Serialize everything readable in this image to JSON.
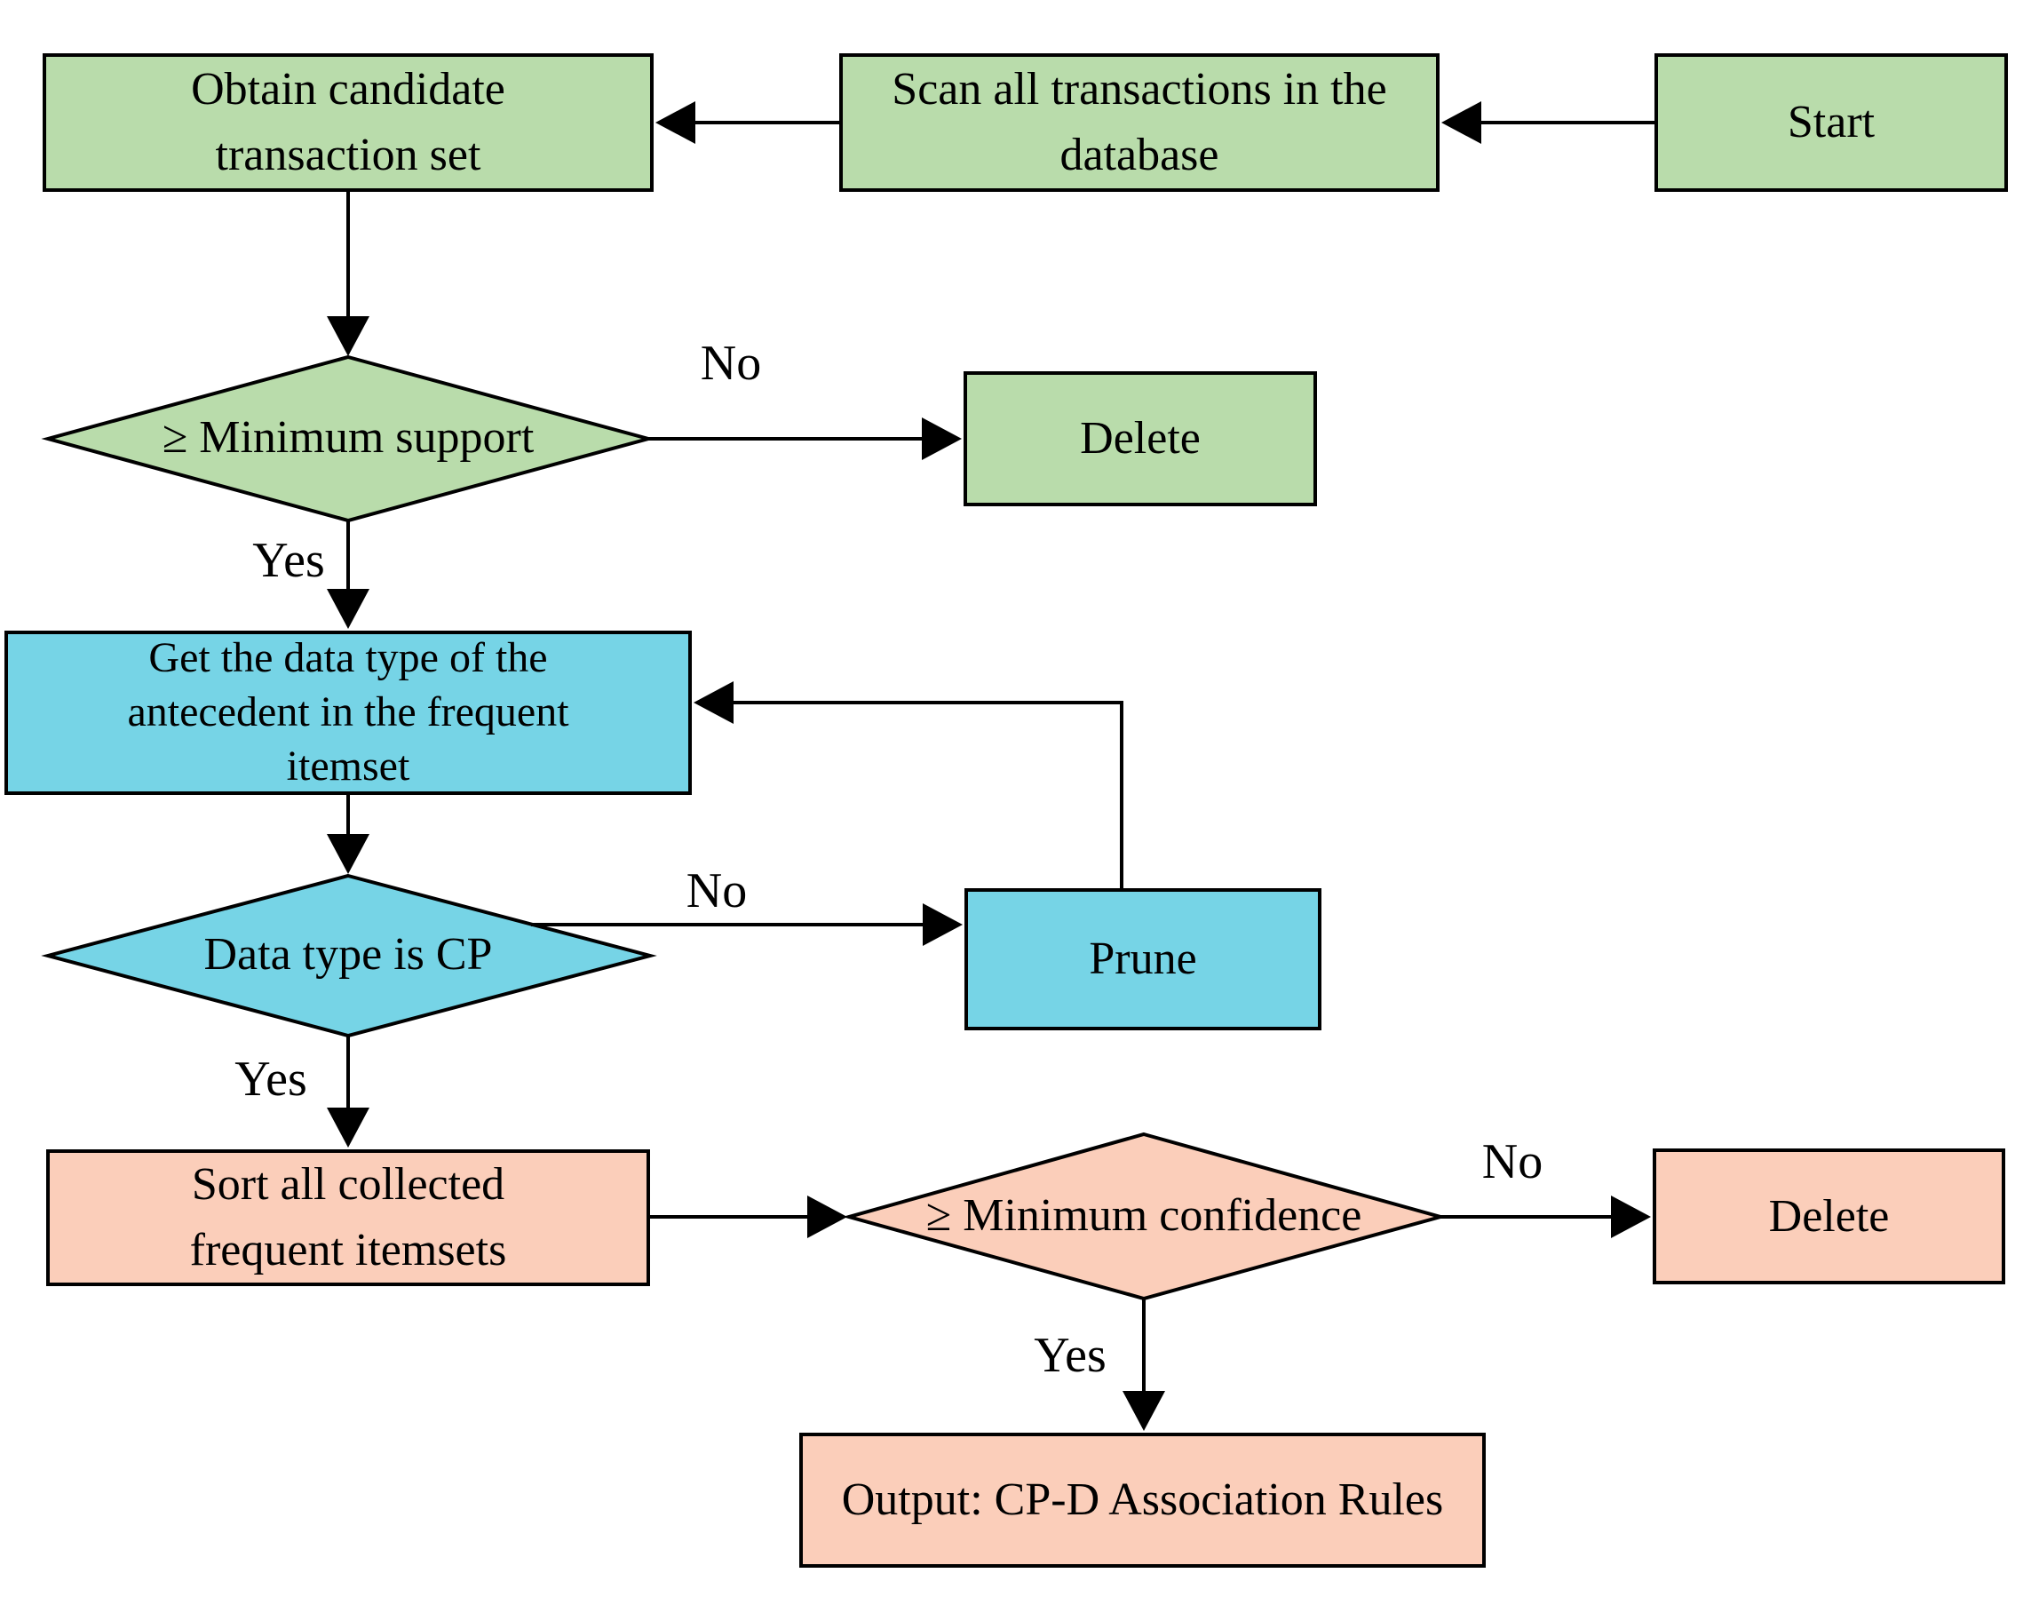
{
  "colors": {
    "green": "#b9dcab",
    "blue": "#76d4e6",
    "pink": "#fbceba",
    "stroke": "#000000"
  },
  "flowchart": {
    "nodes": {
      "start": "Start",
      "scan": "Scan all transactions in the database",
      "obtain": "Obtain candidate transaction set",
      "min_support": "≥ Minimum support",
      "delete_support": "Delete",
      "get_data_type": "Get the data type of the antecedent in the frequent itemset",
      "data_type_is_cp": "Data type is CP",
      "prune": "Prune",
      "sort": "Sort all collected frequent itemsets",
      "min_confidence": "≥ Minimum confidence",
      "delete_confidence": "Delete",
      "output": "Output: CP-D Association Rules"
    },
    "edge_labels": {
      "support_no": "No",
      "support_yes": "Yes",
      "cp_no": "No",
      "cp_yes": "Yes",
      "confidence_no": "No",
      "confidence_yes": "Yes"
    }
  }
}
